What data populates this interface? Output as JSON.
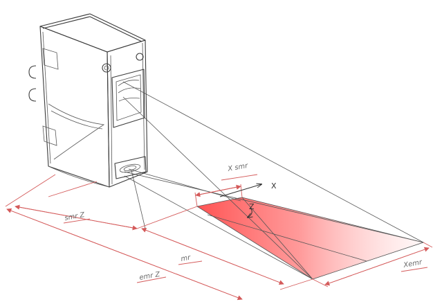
{
  "labels": {
    "x_axis": "X",
    "z_axis": "Z",
    "x_smr": "X smr",
    "x_emr": "Xemr",
    "smr_z": "smr Z",
    "mr": "mr",
    "emr_z": "emr Z"
  },
  "colors": {
    "beam": "#ff4a4a",
    "dimension": "#d45a5a",
    "outline": "#3a3a3a"
  }
}
